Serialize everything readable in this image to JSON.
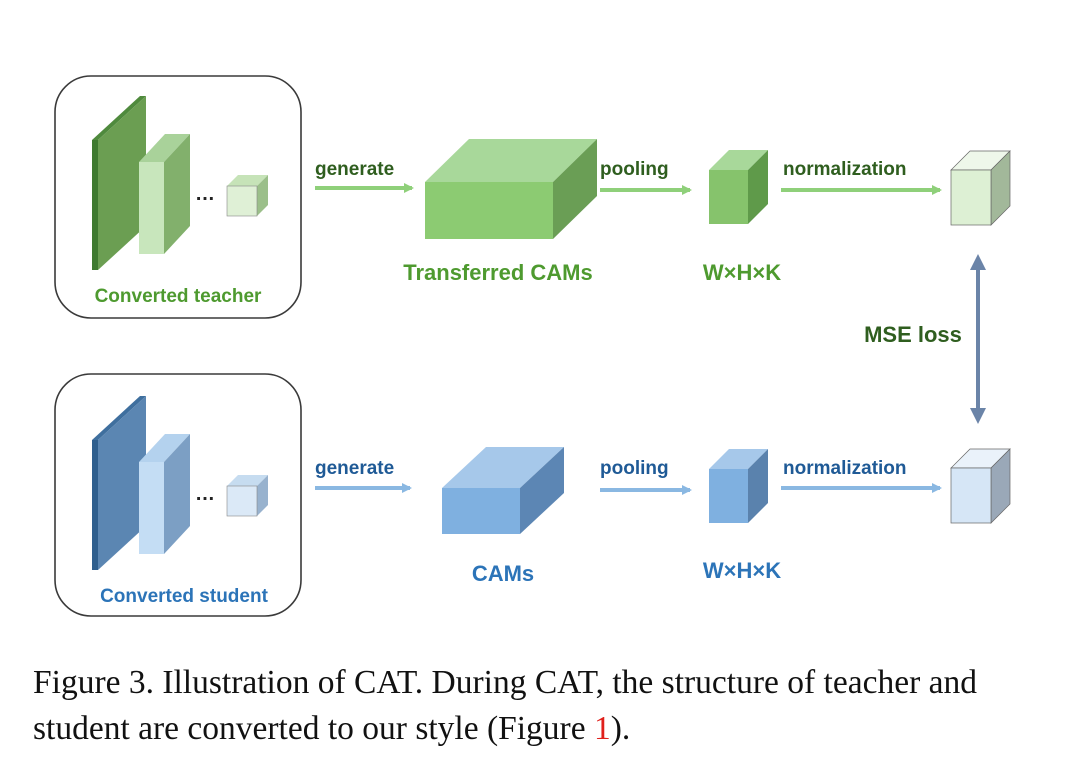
{
  "colors": {
    "teacher_label": "#4e9a2f",
    "teacher_dark_text": "#2f5e1f",
    "student_label": "#2c74b8",
    "green_arrow": "#8fd07a",
    "blue_arrow": "#8ab8e2",
    "mse_arrow": "#6b84a8"
  },
  "teacher_row": {
    "box_label": "Converted teacher",
    "dots": "…",
    "generate_label": "generate",
    "cams_label": "Transferred CAMs",
    "pooling_label": "pooling",
    "pooled_dims": "W×H×K",
    "normalization_label": "normalization"
  },
  "student_row": {
    "box_label": "Converted student",
    "dots": "…",
    "generate_label": "generate",
    "cams_label": "CAMs",
    "pooling_label": "pooling",
    "pooled_dims": "W×H×K",
    "normalization_label": "normalization"
  },
  "loss_label": "MSE loss",
  "caption": {
    "text_before": "Figure 3. Illustration of CAT. During CAT, the structure of teacher and student are converted to our style (Figure ",
    "ref": "1",
    "text_after": ")."
  }
}
